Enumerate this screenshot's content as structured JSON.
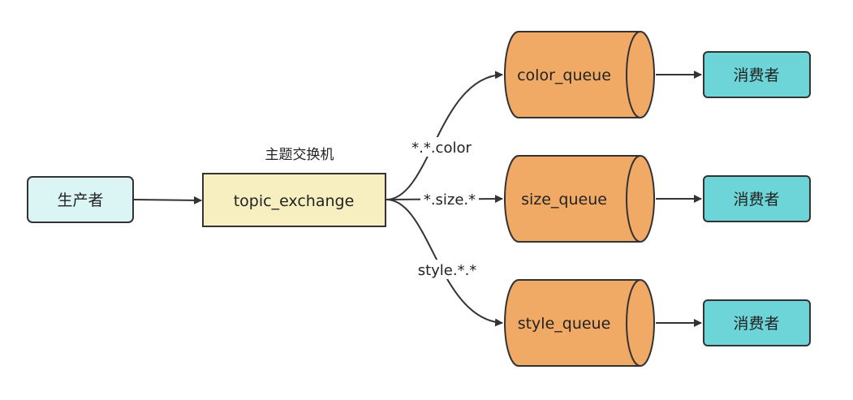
{
  "producer": {
    "label": "生产者",
    "fill": "#dbf5f5"
  },
  "exchange": {
    "caption": "主题交换机",
    "label": "topic_exchange",
    "fill": "#f7efbf"
  },
  "bindings": [
    {
      "routing_key": "*.*.color"
    },
    {
      "routing_key": "*.size.*"
    },
    {
      "routing_key": "style.*.*"
    }
  ],
  "queues": [
    {
      "label": "color_queue"
    },
    {
      "label": "size_queue"
    },
    {
      "label": "style_queue"
    }
  ],
  "consumers": [
    {
      "label": "消费者"
    },
    {
      "label": "消费者"
    },
    {
      "label": "消费者"
    }
  ],
  "colors": {
    "queue_fill": "#f0aa66",
    "consumer_fill": "#6dd5d7",
    "stroke": "#333333"
  }
}
